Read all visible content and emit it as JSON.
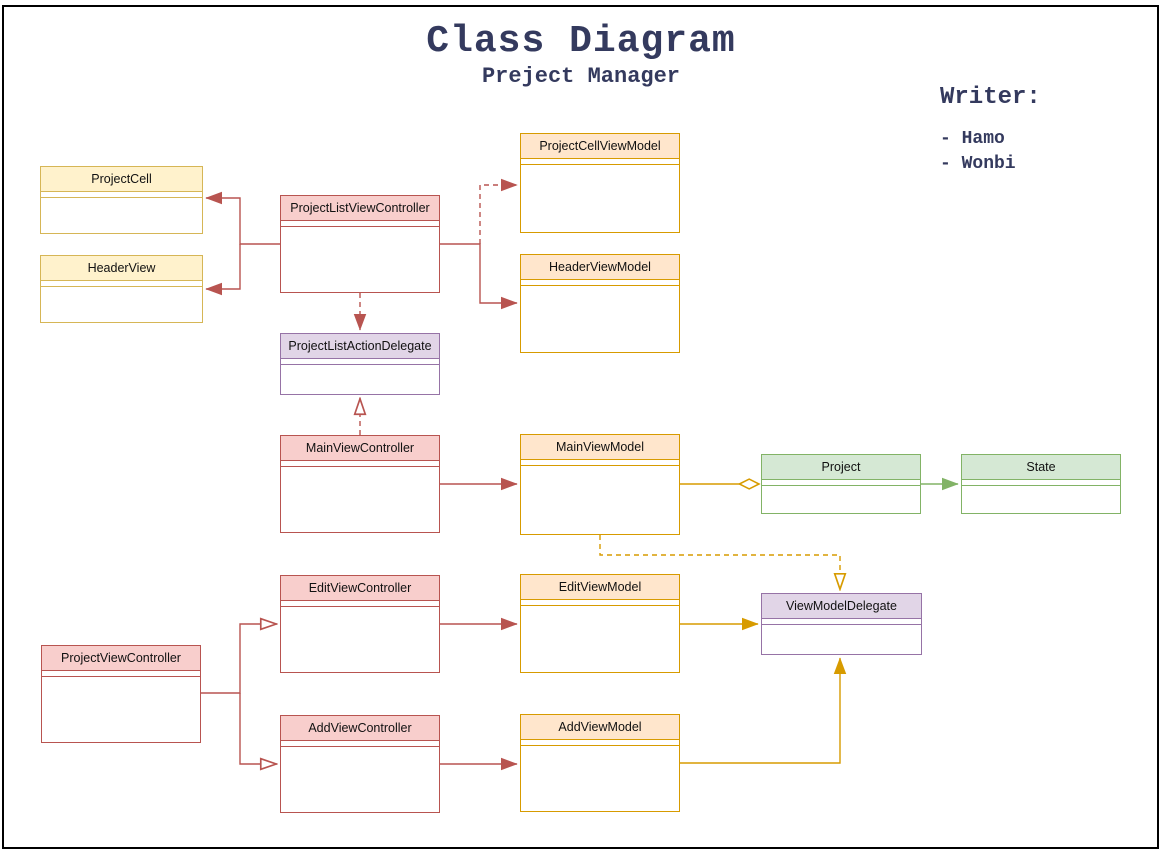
{
  "header": {
    "title": "Class Diagram",
    "subtitle": "Preject Manager"
  },
  "writer": {
    "heading": "Writer:",
    "items": [
      "- Hamo",
      "- Wonbi"
    ]
  },
  "nodes": {
    "project_cell": "ProjectCell",
    "header_view": "HeaderView",
    "project_list_vc": "ProjectListViewController",
    "project_cell_vm": "ProjectCellViewModel",
    "header_vm": "HeaderViewModel",
    "project_list_action_delegate": "ProjectListActionDelegate",
    "main_vc": "MainViewController",
    "main_vm": "MainViewModel",
    "project": "Project",
    "state": "State",
    "edit_vc": "EditViewController",
    "edit_vm": "EditViewModel",
    "vm_delegate": "ViewModelDelegate",
    "project_vc": "ProjectViewController",
    "add_vc": "AddViewController",
    "add_vm": "AddViewModel"
  },
  "colors": {
    "red_stroke": "#b85450",
    "red_fill": "#f8cecc",
    "yellow_stroke": "#d6b656",
    "yellow_fill": "#fff2cc",
    "orange_stroke": "#d79b00",
    "orange_fill": "#ffe6cc",
    "purple_stroke": "#9673a6",
    "purple_fill": "#e1d5e7",
    "green_stroke": "#82b366",
    "green_fill": "#d5e8d4",
    "heading_text": "#343a5e"
  },
  "edges": [
    {
      "from": "ProjectListViewController",
      "to": "ProjectCell",
      "line": "solid",
      "arrow": "filled",
      "color": "red"
    },
    {
      "from": "ProjectListViewController",
      "to": "HeaderView",
      "line": "solid",
      "arrow": "filled",
      "color": "red"
    },
    {
      "from": "ProjectListViewController",
      "to": "ProjectCellViewModel",
      "line": "dashed",
      "arrow": "filled",
      "color": "red"
    },
    {
      "from": "ProjectListViewController",
      "to": "HeaderViewModel",
      "line": "solid",
      "arrow": "filled",
      "color": "red"
    },
    {
      "from": "ProjectListViewController",
      "to": "ProjectListActionDelegate",
      "line": "dashed",
      "arrow": "filled",
      "color": "red"
    },
    {
      "from": "MainViewController",
      "to": "ProjectListActionDelegate",
      "line": "dashed",
      "arrow": "open-triangle",
      "color": "red"
    },
    {
      "from": "MainViewController",
      "to": "MainViewModel",
      "line": "solid",
      "arrow": "filled",
      "color": "red"
    },
    {
      "from": "MainViewModel",
      "to": "Project",
      "line": "solid",
      "arrow": "open-diamond",
      "color": "orange"
    },
    {
      "from": "Project",
      "to": "State",
      "line": "solid",
      "arrow": "filled",
      "color": "green"
    },
    {
      "from": "MainViewModel",
      "to": "ViewModelDelegate",
      "line": "dashed",
      "arrow": "open-triangle",
      "color": "orange"
    },
    {
      "from": "EditViewController",
      "to": "EditViewModel",
      "line": "solid",
      "arrow": "filled",
      "color": "red"
    },
    {
      "from": "EditViewModel",
      "to": "ViewModelDelegate",
      "line": "solid",
      "arrow": "filled",
      "color": "orange"
    },
    {
      "from": "ProjectViewController",
      "to": "EditViewController",
      "line": "solid",
      "arrow": "open-triangle",
      "color": "red"
    },
    {
      "from": "ProjectViewController",
      "to": "AddViewController",
      "line": "solid",
      "arrow": "open-triangle",
      "color": "red"
    },
    {
      "from": "AddViewController",
      "to": "AddViewModel",
      "line": "solid",
      "arrow": "filled",
      "color": "red"
    },
    {
      "from": "AddViewModel",
      "to": "ViewModelDelegate",
      "line": "solid",
      "arrow": "filled",
      "color": "orange"
    }
  ]
}
